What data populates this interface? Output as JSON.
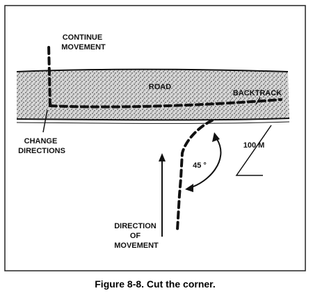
{
  "labels": {
    "continue_line1": "CONTINUE",
    "continue_line2": "MOVEMENT",
    "road": "ROAD",
    "backtrack": "BACKTRACK",
    "change_line1": "CHANGE",
    "change_line2": "DIRECTIONS",
    "distance": "100 M",
    "angle": "45 °",
    "direction_line1": "DIRECTION",
    "direction_line2": "OF",
    "direction_line3": "MOVEMENT"
  },
  "caption": "Figure 8-8. Cut the corner.",
  "colors": {
    "ink": "#111111",
    "road_fill": "#c8c8c8",
    "frame": "#222222"
  }
}
